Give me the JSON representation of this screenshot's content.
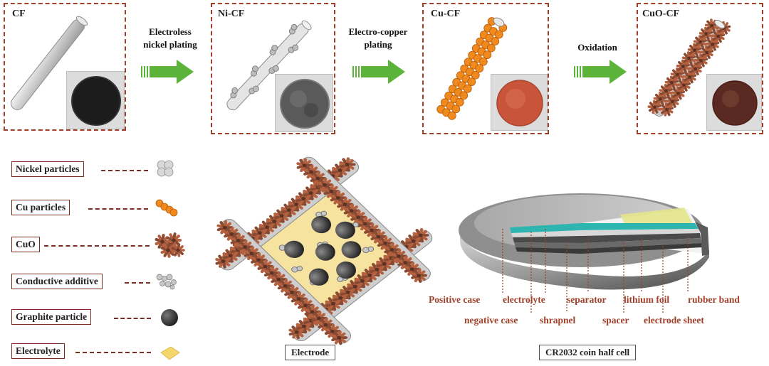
{
  "stages": [
    {
      "title": "CF"
    },
    {
      "title": "Ni-CF"
    },
    {
      "title": "Cu-CF"
    },
    {
      "title": "CuO-CF"
    }
  ],
  "steps": [
    {
      "line1": "Electroless",
      "line2": "nickel plating"
    },
    {
      "line1": "Electro-copper",
      "line2": "plating"
    },
    {
      "line1": "Oxidation",
      "line2": ""
    }
  ],
  "legend": [
    {
      "label": "Nickel particles",
      "icon": "nickel-particles-icon"
    },
    {
      "label": "Cu particles",
      "icon": "cu-particles-icon"
    },
    {
      "label": "CuO",
      "icon": "cuo-icon"
    },
    {
      "label": "Conductive additive",
      "icon": "conductive-additive-icon"
    },
    {
      "label": "Graphite particle",
      "icon": "graphite-particle-icon"
    },
    {
      "label": "Electrolyte",
      "icon": "electrolyte-icon"
    }
  ],
  "electrode_caption": "Electrode",
  "cell_caption": "CR2032 coin half cell",
  "cell_parts": {
    "positive_case": "Positive case",
    "electrolyte": "electrolyte",
    "separator": "separator",
    "lithium_foil": "lithium foil",
    "rubber_band": "rubber band",
    "negative_case": "negative case",
    "shrapnel": "shrapnel",
    "spacer": "spacer",
    "electrode_sheet": "electrode sheet"
  },
  "colors": {
    "dashed_border": "#a0402a",
    "arrow": "#5cb33a",
    "copper": "#f08a1e",
    "cuo_petal": "#8a4a32",
    "graphite": "#3a3a3a",
    "electrolyte": "#f5d66a",
    "separator": "#2fb5b0"
  }
}
